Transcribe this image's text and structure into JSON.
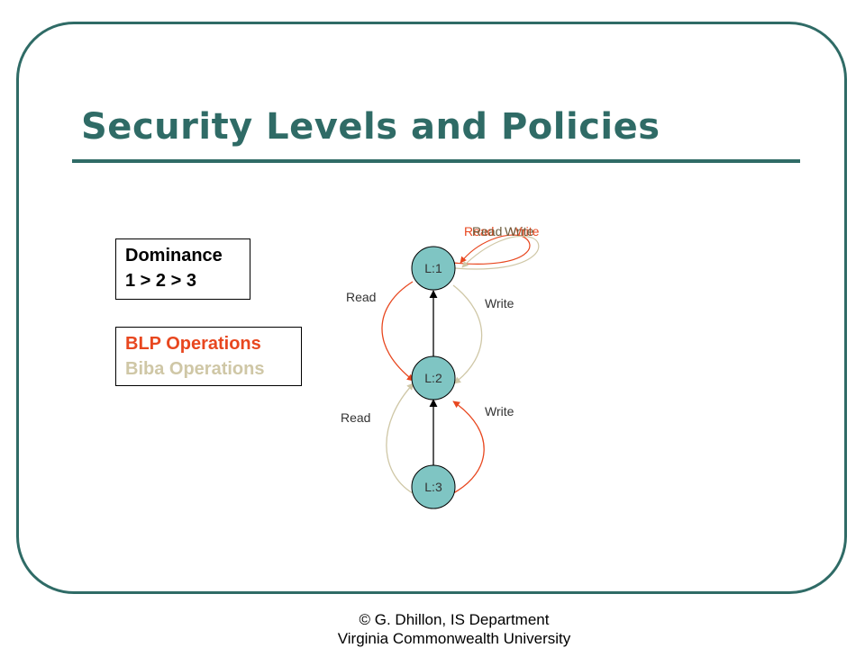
{
  "title": "Security Levels and Policies",
  "dominance": {
    "line1": "Dominance",
    "line2": "1 > 2 > 3"
  },
  "operations": {
    "blp": "BLP Operations",
    "biba": "Biba Operations"
  },
  "colors": {
    "theme": "#2f6b66",
    "blp": "#e8471f",
    "biba": "#cfc7a6",
    "node_fill": "#7fc5c3"
  },
  "diagram": {
    "nodes": {
      "l1": "L:1",
      "l2": "L:2",
      "l3": "L:3"
    },
    "edge_labels": {
      "read_l1_l2": "Read",
      "write_l1_l2": "Write",
      "read_l2_l3": "Read",
      "write_l2_l3": "Write",
      "self_read": "Read",
      "self_write": "Write"
    }
  },
  "footer": {
    "line1": "© G. Dhillon, IS Department",
    "line2": "Virginia Commonwealth University"
  }
}
